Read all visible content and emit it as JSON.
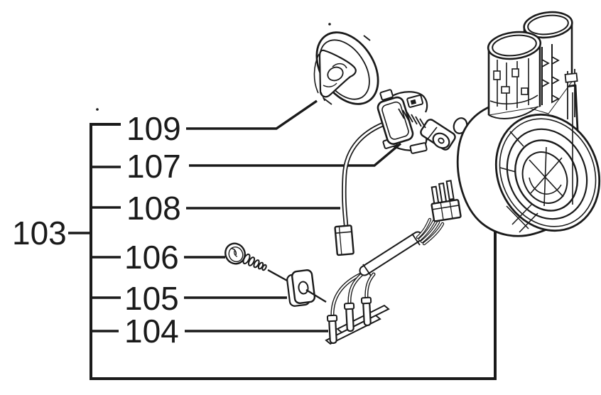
{
  "figure": {
    "type": "exploded-parts-diagram",
    "assembly": {
      "number": "103"
    },
    "callouts": [
      {
        "number": "109",
        "part": "cover-cap"
      },
      {
        "number": "107",
        "part": "solenoid-valve"
      },
      {
        "number": "108",
        "part": "sensor-cable-with-connector"
      },
      {
        "number": "106",
        "part": "screw"
      },
      {
        "number": "105",
        "part": "grommet-pad"
      },
      {
        "number": "104",
        "part": "wiring-harness"
      }
    ],
    "unlabeled_part": "blower-housing-assembly",
    "colors": {
      "line": "#1a1a1a",
      "background": "#ffffff"
    }
  }
}
